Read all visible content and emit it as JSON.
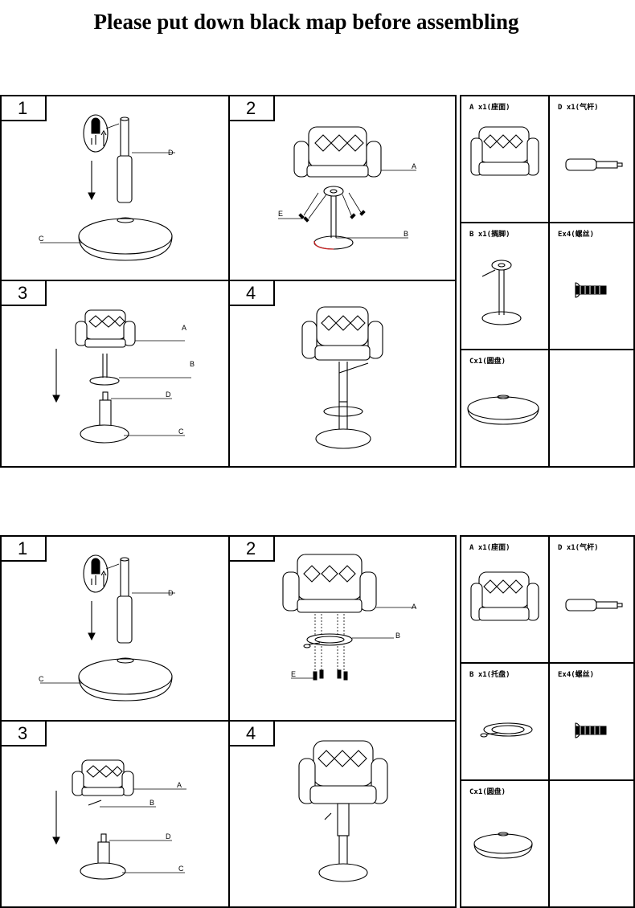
{
  "header": {
    "title": "Please put down black map before assembling"
  },
  "set1": {
    "steps": [
      {
        "num": "1",
        "labels": {
          "d": "D",
          "c": "C"
        }
      },
      {
        "num": "2",
        "labels": {
          "a": "A",
          "e": "E",
          "b": "B"
        }
      },
      {
        "num": "3",
        "labels": {
          "a": "A",
          "b": "B",
          "d": "D",
          "c": "C"
        }
      },
      {
        "num": "4"
      }
    ],
    "parts": [
      {
        "label": "A x1(座面)"
      },
      {
        "label": "D x1(气杆)"
      },
      {
        "label": "B x1(搁脚)"
      },
      {
        "label": "Ex4(螺丝)"
      },
      {
        "label": "Cx1(圆盘)"
      }
    ]
  },
  "set2": {
    "steps": [
      {
        "num": "1",
        "labels": {
          "d": "D",
          "c": "C"
        }
      },
      {
        "num": "2",
        "labels": {
          "a": "A",
          "b": "B",
          "e": "E"
        }
      },
      {
        "num": "3",
        "labels": {
          "a": "A",
          "b": "B",
          "d": "D",
          "c": "C"
        }
      },
      {
        "num": "4"
      }
    ],
    "parts": [
      {
        "label": "A x1(座面)"
      },
      {
        "label": "D x1(气杆)"
      },
      {
        "label": "B x1(托盘)"
      },
      {
        "label": "Ex4(螺丝)"
      },
      {
        "label": "Cx1(圆盘)"
      }
    ]
  },
  "colors": {
    "line": "#000000",
    "accent": "#cc2222"
  }
}
